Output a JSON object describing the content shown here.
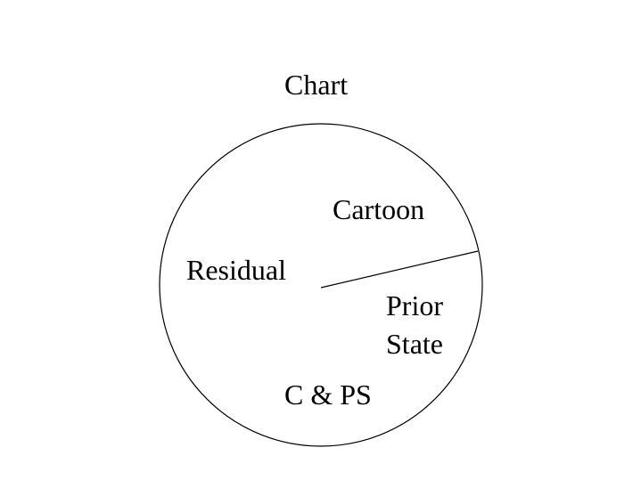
{
  "title": "Chart",
  "regions": {
    "cartoon": "Cartoon",
    "residual": "Residual",
    "prior_state_line1": "Prior",
    "prior_state_line2": "State",
    "c_and_ps": "C & PS"
  },
  "colors": {
    "stroke": "#000000",
    "background": "#ffffff",
    "text": "#000000"
  }
}
